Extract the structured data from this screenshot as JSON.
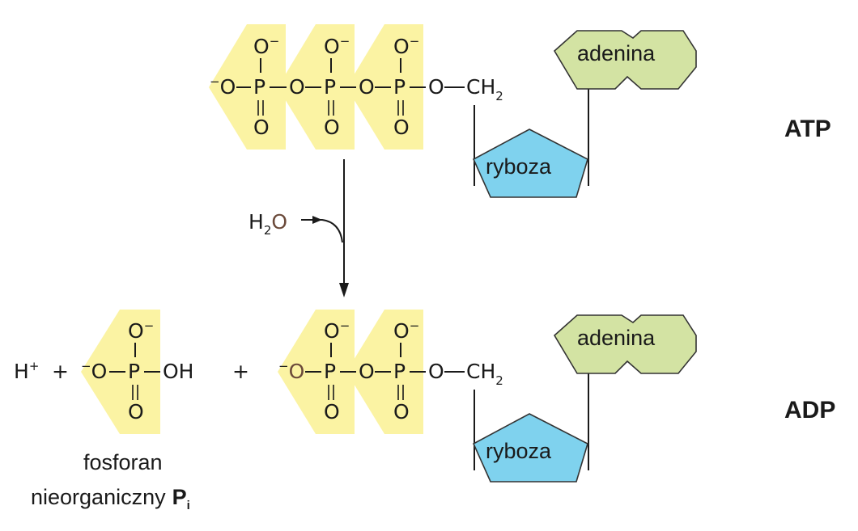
{
  "atp": {
    "label": "ATP",
    "adenine": "adenina",
    "ribose": "ryboza",
    "ch2_c": "CH",
    "ch2_sub": "2"
  },
  "adp": {
    "label": "ADP",
    "adenine": "adenina",
    "ribose": "ryboza",
    "ch2_c": "CH",
    "ch2_sub": "2"
  },
  "chem": {
    "o": "O",
    "p": "P",
    "minus": "−",
    "oh": "OH",
    "dash": "–"
  },
  "reaction": {
    "water_h": "H",
    "water_sub": "2",
    "water_o": "O",
    "proton_h": "H",
    "proton_plus": "+",
    "plus": "+"
  },
  "phosphate": {
    "line1": "fosforan",
    "line2": "nieorganiczny",
    "symbol": "P",
    "symbol_sub": "i"
  },
  "colors": {
    "phosphate_highlight": "#fbf3a3",
    "adenine": "#d3e3a3",
    "ribose": "#7fd2ee",
    "water_oxygen": "#6b4a3a"
  }
}
